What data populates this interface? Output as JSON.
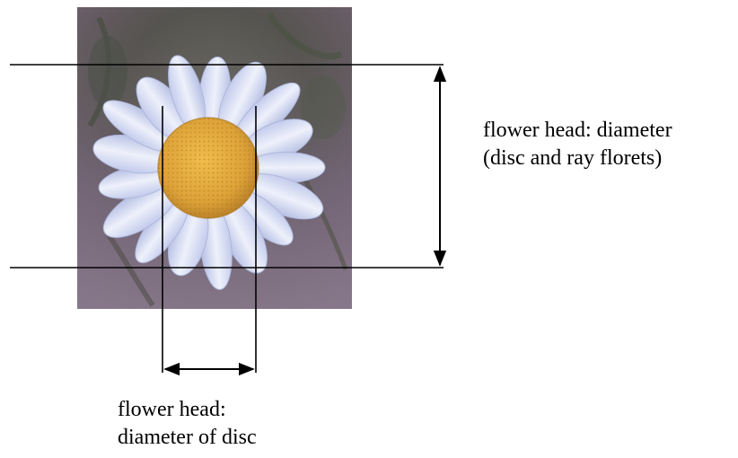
{
  "labels": {
    "head_diameter": {
      "line1": "flower head: diameter",
      "line2": "(disc and ray florets)"
    },
    "disc_diameter": {
      "line1": "flower head:",
      "line2": "diameter of disc"
    }
  },
  "colors": {
    "line": "#000000",
    "background": "#ffffff",
    "petal": "#dde4f6",
    "petal_shadow": "#aeb8dc",
    "disc": "#e0a53a",
    "photo_background": "#5f5a5e"
  },
  "photo": {
    "subject": "daisy-like flower head with white ray florets and yellow disc"
  }
}
